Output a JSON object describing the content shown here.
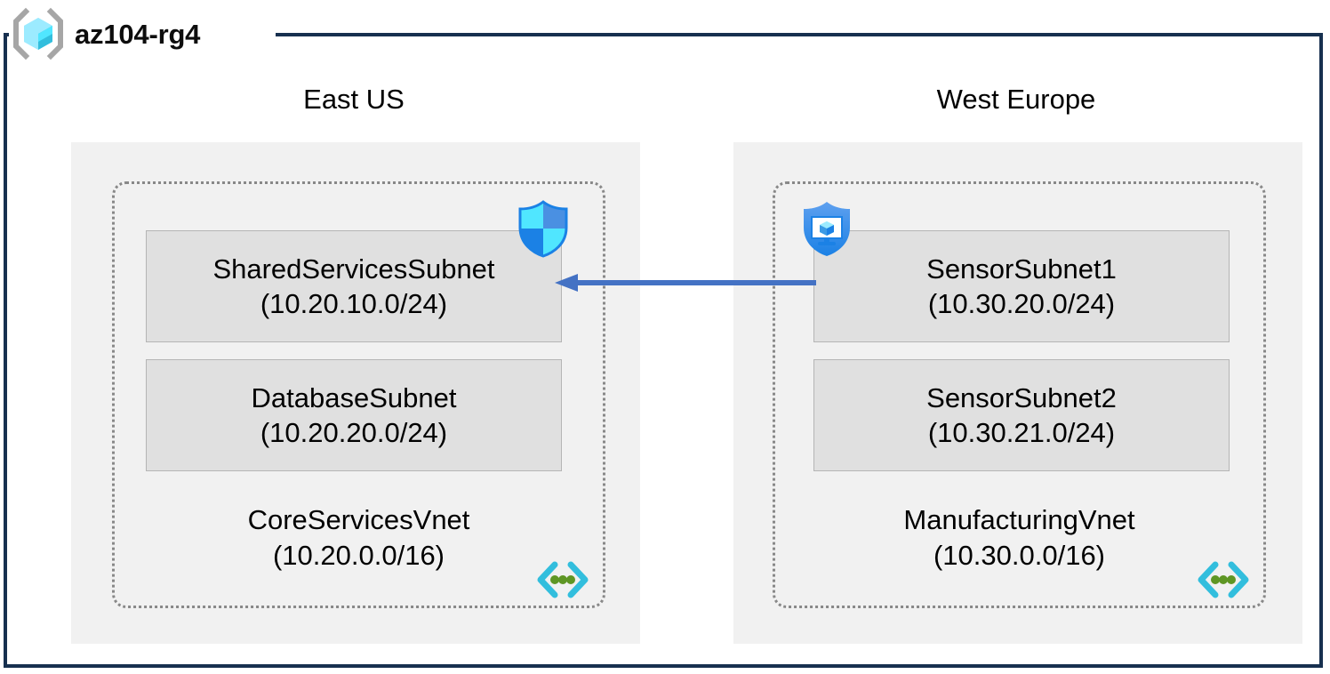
{
  "resource_group": {
    "name": "az104-rg4",
    "icon": "resource-group-cube-icon"
  },
  "regions": [
    {
      "id": "east-us",
      "label": "East US"
    },
    {
      "id": "west-europe",
      "label": "West Europe"
    }
  ],
  "vnets": [
    {
      "id": "core-services-vnet",
      "region": "East US",
      "name": "CoreServicesVnet",
      "cidr": "(10.20.0.0/16)",
      "icon": "virtual-network-icon",
      "subnets": [
        {
          "id": "shared-services-subnet",
          "name": "SharedServicesSubnet",
          "cidr": "(10.20.10.0/24)",
          "security_icon": "network-security-group-shield-icon"
        },
        {
          "id": "database-subnet",
          "name": "DatabaseSubnet",
          "cidr": "(10.20.20.0/24)",
          "security_icon": null
        }
      ]
    },
    {
      "id": "manufacturing-vnet",
      "region": "West Europe",
      "name": "ManufacturingVnet",
      "cidr": "(10.30.0.0/16)",
      "icon": "virtual-network-icon",
      "subnets": [
        {
          "id": "sensor-subnet-1",
          "name": "SensorSubnet1",
          "cidr": "(10.30.20.0/24)",
          "security_icon": "application-security-group-shield-icon"
        },
        {
          "id": "sensor-subnet-2",
          "name": "SensorSubnet2",
          "cidr": "(10.30.21.0/24)",
          "security_icon": null
        }
      ]
    }
  ],
  "connection": {
    "id": "vnet-peering-arrow",
    "direction": "right-to-left",
    "from": "SensorSubnet1",
    "to": "SharedServicesSubnet",
    "label": ""
  },
  "colors": {
    "frame_border": "#17304f",
    "region_fill": "#f1f1f1",
    "subnet_fill": "#e0e0e0",
    "subnet_border": "#b5b5b5",
    "vnet_border": "#888888",
    "arrow": "#4472c4",
    "azure_blue": "#0078d4",
    "cube_cyan": "#50e6ff",
    "vnet_green": "#5e9624"
  }
}
